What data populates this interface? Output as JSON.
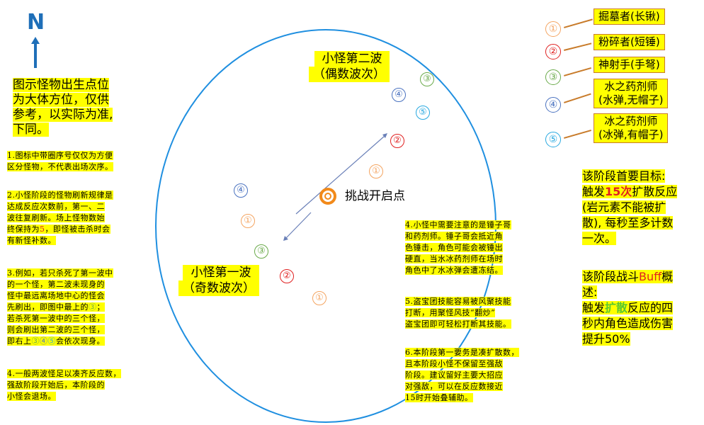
{
  "north": {
    "label": "N"
  },
  "colors": {
    "circle": "#1f8fe0",
    "m1": "#f4a460",
    "m2": "#e02020",
    "m3": "#6aaa4a",
    "m4": "#4a72c0",
    "m5": "#27a8e0",
    "highlight": "#ffff00",
    "start": "#f28a1a"
  },
  "arena": {
    "start_label": "挑战开启点",
    "wave2_line1": "小怪第二波",
    "wave2_line2": "（偶数波次）",
    "wave1_line1": "小怪第一波",
    "wave1_line2": "（奇数波次）"
  },
  "markers": {
    "one": "①",
    "two": "②",
    "three": "③",
    "four": "④",
    "five": "⑤"
  },
  "intro": {
    "l1": "图示怪物出生点位",
    "l2": "为大体方位，仅供",
    "l3": "参考，以实际为准,",
    "l4": "下同。"
  },
  "notes_left": {
    "n1": [
      "1.图标中带圈序号仅仅为方便",
      "区分怪物，不代表出场次序。"
    ],
    "n2_a": [
      "2.小怪阶段的怪物刷新规律是",
      "达成反应次数前，第一、二",
      "波往复刷新。场上怪物数始"
    ],
    "n2_b_pre": "终保持为",
    "n2_b_num": "5",
    "n2_b_post": "，即怪被击杀时会",
    "n2_c": "有新怪补数。",
    "n3_a": [
      "3.例如，若只杀死了第一波中",
      "的一个怪，第二波未现身的",
      "怪中最远离场地中心的怪会"
    ],
    "n3_b_pre": "先刷出，即图中最上的",
    "n3_b_sym": "③",
    "n3_b_post": "；",
    "n3_c": [
      "若杀死第一波中的三个怪，",
      "则会刷出第二波的三个怪，"
    ],
    "n3_d_pre": "即右上",
    "n3_d_s1": "③",
    "n3_d_s2": "④",
    "n3_d_s3": "⑤",
    "n3_d_post": "会依次现身。",
    "n4": [
      "4.一般两波怪足以凑齐反应数，",
      "强敌阶段开始后，本阶段的",
      "小怪会退场。"
    ]
  },
  "notes_center": {
    "n4b": [
      "4.小怪中需要注意的是锤子哥",
      "和药剂师。锤子哥会抵近角",
      "色锤击，角色可能会被锤出",
      "硬直，当水冰药剂师在场时",
      "角色中了水冰弹会遭冻结。"
    ],
    "n5": [
      "5.盗宝团技能容易被风聚技能",
      "打断，用聚怪风技“翻炒”",
      "盗宝团即可轻松打断其技能。"
    ],
    "n6": [
      "6.本阶段第一要务是凑扩散数，",
      "且本阶段小怪不保留至强敌",
      "阶段。建议留好主要大招应",
      "对强敌，可以在反应数接近",
      "15时开始叠辅助。"
    ]
  },
  "legend": [
    {
      "marker": "①",
      "text": "掘墓者(长锹)"
    },
    {
      "marker": "②",
      "text": "粉碎者(短锤)"
    },
    {
      "marker": "③",
      "text": "神射手(手弩)"
    },
    {
      "marker": "④",
      "text_l1": "水之药剂师",
      "text_l2": "(水弹,无帽子)"
    },
    {
      "marker": "⑤",
      "text_l1": "冰之药剂师",
      "text_l2": "(冰弹,有帽子)"
    }
  ],
  "goal": {
    "l1": "该阶段首要目标:",
    "l2_pre": "触发",
    "l2_num": "15次",
    "l2_post": "扩散反应",
    "l3": "(岩元素不能被扩",
    "l4": "散), 每秒至多计数",
    "l5": "一次。"
  },
  "buff": {
    "l1_pre": "该阶段战斗",
    "l1_buff": "Buff",
    "l1_post": "概",
    "l2": "述:",
    "l3_pre": "触发",
    "l3_key": "扩散",
    "l3_post": "反应的四",
    "l4": "秒内角色造成伤害",
    "l5": "提升50%"
  }
}
